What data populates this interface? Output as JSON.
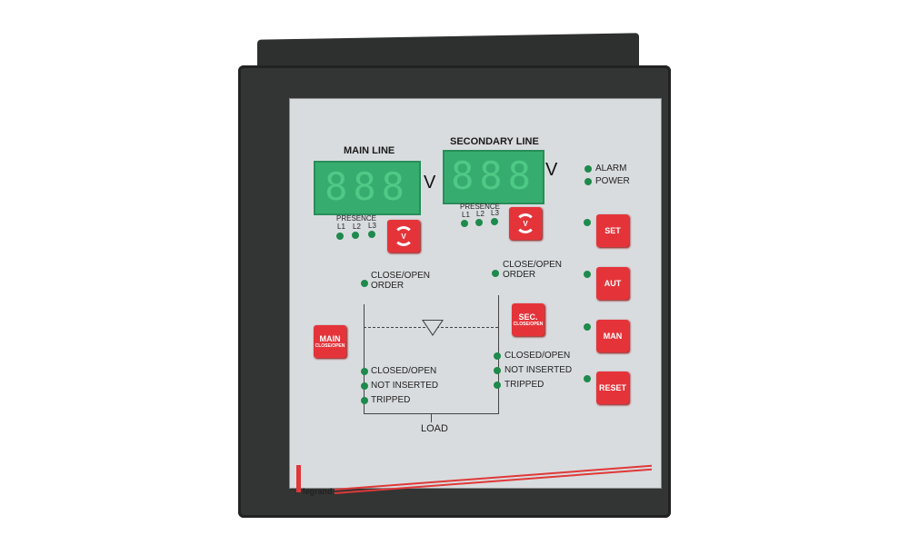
{
  "main": {
    "title": "MAIN LINE",
    "display": "888",
    "unit": "V",
    "presence": "PRESENCE",
    "l1": "L1",
    "l2": "L2",
    "l3": "L3",
    "btn_icon": "V",
    "order": "CLOSE/OPEN\nORDER",
    "btn_label": "MAIN",
    "btn_sub": "CLOSE/OPEN",
    "status": [
      "CLOSED/OPEN",
      "NOT INSERTED",
      "TRIPPED"
    ]
  },
  "secondary": {
    "title": "SECONDARY LINE",
    "display": "888",
    "unit": "V",
    "presence": "PRESENCE",
    "l1": "L1",
    "l2": "L2",
    "l3": "L3",
    "btn_icon": "V",
    "order": "CLOSE/OPEN\nORDER",
    "btn_label": "SEC.",
    "btn_sub": "CLOSE/OPEN",
    "status": [
      "CLOSED/OPEN",
      "NOT INSERTED",
      "TRIPPED"
    ]
  },
  "right": {
    "alarm": "ALARM",
    "power": "POWER",
    "set": "SET",
    "aut": "AUT",
    "man": "MAN",
    "reset": "RESET"
  },
  "load": "LOAD",
  "brand": "legrand",
  "colors": {
    "button": "#e4343a",
    "led": "#1e8a4c",
    "display": "#2faa6a"
  }
}
